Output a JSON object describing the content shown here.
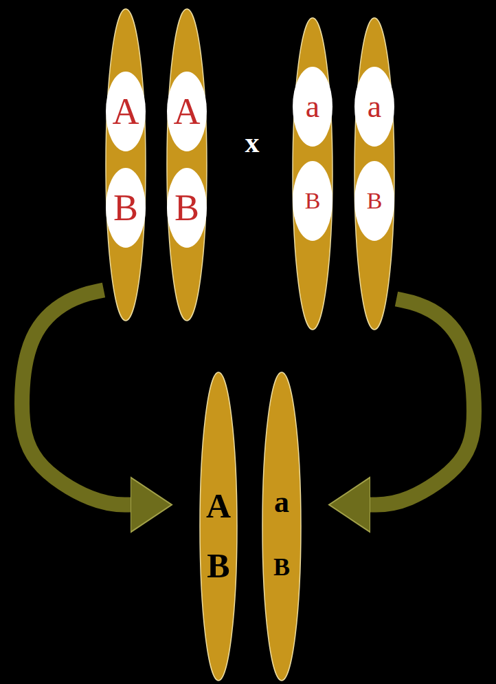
{
  "diagram": {
    "nodes": [
      {
        "text": [
          "A",
          "B"
        ]
      },
      {
        "text": [
          "A",
          "B"
        ]
      },
      {
        "text": [
          "a",
          "B"
        ]
      },
      {
        "text": [
          "a",
          "B"
        ]
      },
      {
        "text": [
          "A",
          "B"
        ]
      },
      {
        "text": [
          "a",
          "B"
        ]
      }
    ],
    "edges": [
      {
        "from": 0,
        "to": 4,
        "arrow": "to"
      },
      {
        "from": 3,
        "to": 5,
        "arrow": "to"
      }
    ],
    "labels": [
      "x"
    ]
  }
}
